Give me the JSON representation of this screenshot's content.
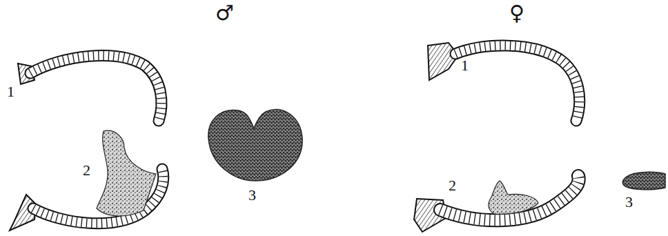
{
  "diagram": {
    "labels": [
      "♂",
      "1",
      "2",
      "3",
      "♀",
      "1",
      "2",
      "3"
    ]
  }
}
